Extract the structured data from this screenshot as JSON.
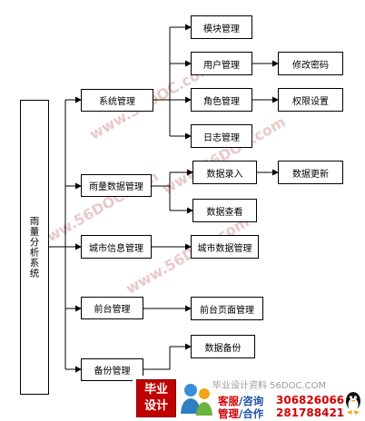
{
  "nodes": {
    "root": "雨量分析系统",
    "sys_mgmt": "系统管理",
    "module_mgmt": "模块管理",
    "user_mgmt": "用户管理",
    "change_pwd": "修改密码",
    "role_mgmt": "角色管理",
    "perm_set": "权限设置",
    "log_mgmt": "日志管理",
    "rain_data_mgmt": "雨量数据管理",
    "data_entry": "数据录入",
    "data_update": "数据更新",
    "data_view": "数据查看",
    "city_info_mgmt": "城市信息管理",
    "city_data_mgmt": "城市数据管理",
    "front_mgmt": "前台管理",
    "front_page_mgmt": "前台页面管理",
    "backup_mgmt": "备份管理",
    "data_backup": "数据备份"
  },
  "watermark": {
    "text1": "www.56DOC.com",
    "text2": "www.56DOC.com",
    "text3": "www.56DOC.com",
    "text4": "www.56DOC.com"
  },
  "footer": {
    "logo_line1": "毕业",
    "logo_line2": "设计",
    "site": "毕业设计资料 56DOC.COM",
    "row1_red": "客服",
    "row1_blue": "/咨询",
    "row1_num": "306826066",
    "row2_red": "管理",
    "row2_blue": "/合作",
    "row2_num": "281788421"
  },
  "colors": {
    "line": "#000000",
    "watermark": "#e9c9c9",
    "footer_red": "#d40000",
    "footer_blue": "#1a4fa8"
  }
}
